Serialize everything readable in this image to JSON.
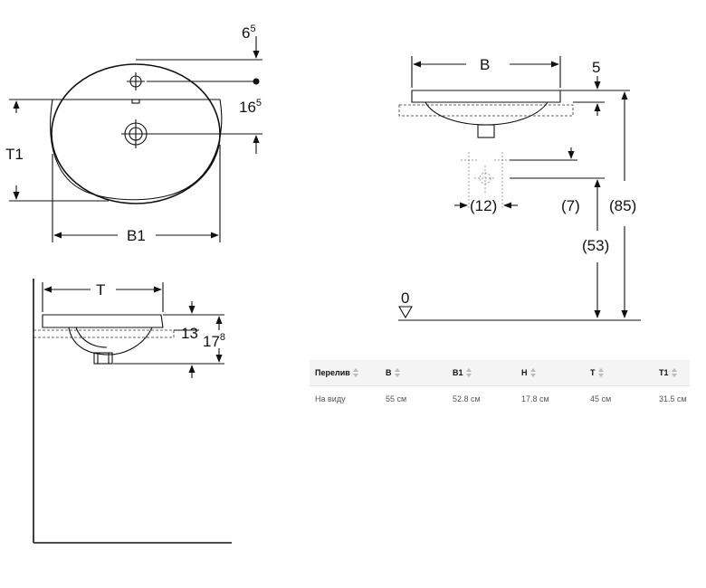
{
  "top_view": {
    "dim_b1": "B1",
    "dim_t1": "T1",
    "dim_6": "6",
    "dim_6_sup": "5",
    "dim_16": "16",
    "dim_16_sup": "5"
  },
  "side_view": {
    "dim_t": "T",
    "dim_13": "13",
    "dim_17": "17",
    "dim_17_sup": "8"
  },
  "front_view": {
    "dim_b": "B",
    "dim_5": "5",
    "dim_85": "(85)",
    "dim_53": "(53)",
    "dim_12": "(12)",
    "dim_7": "(7)",
    "floor_label": "0"
  },
  "table": {
    "headers": [
      "Перелив",
      "B",
      "B1",
      "H",
      "T",
      "T1"
    ],
    "row": [
      "На виду",
      "55 см",
      "52.8 см",
      "17.8 см",
      "45 см",
      "31.5 см"
    ]
  }
}
